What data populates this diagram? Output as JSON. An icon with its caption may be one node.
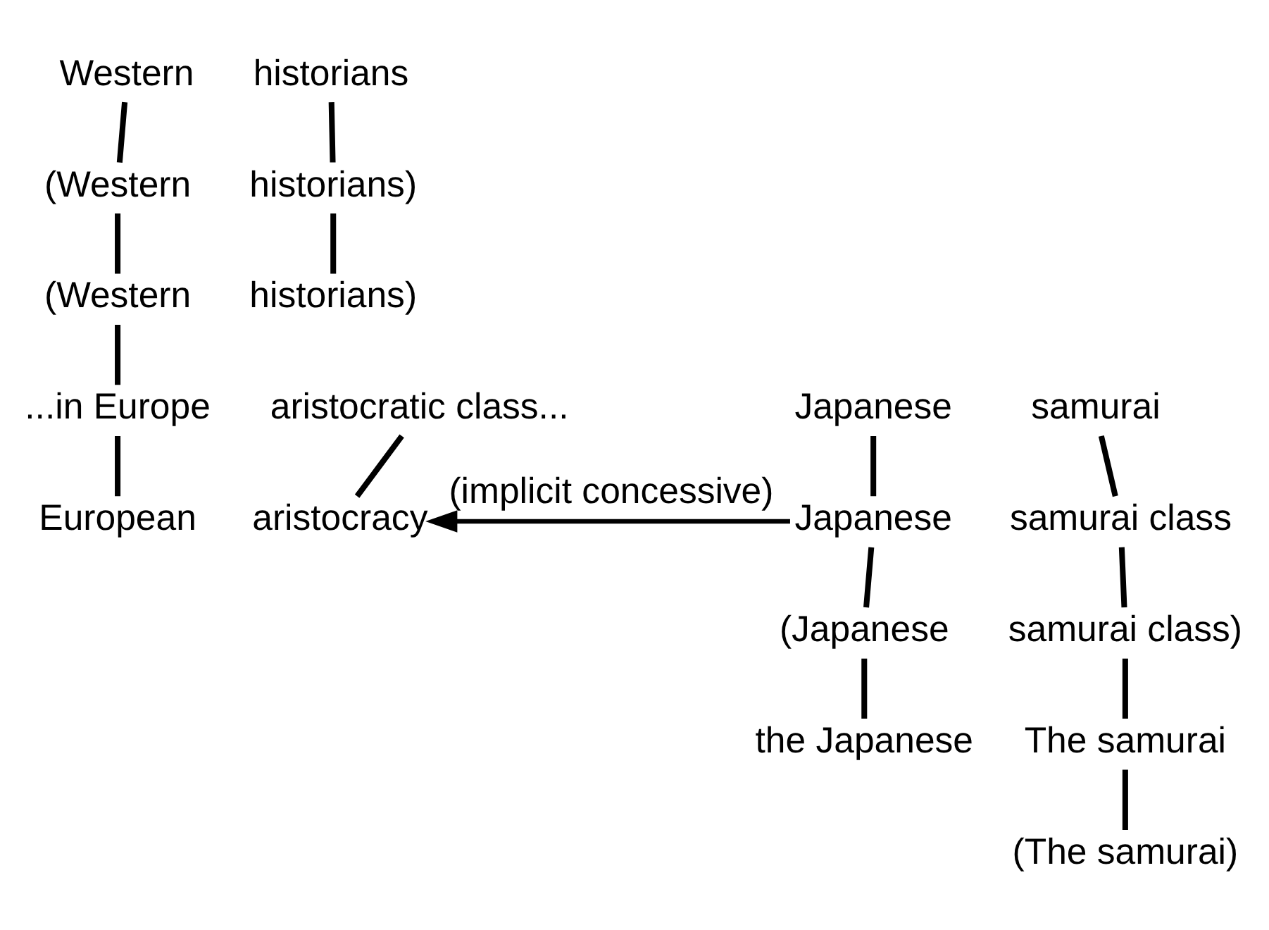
{
  "diagram": {
    "nodes": [
      {
        "text": [
          "Western"
        ]
      },
      {
        "text": [
          "historians"
        ]
      },
      {
        "text": [
          "(Western"
        ]
      },
      {
        "text": [
          "historians)"
        ]
      },
      {
        "text": [
          "(Western"
        ]
      },
      {
        "text": [
          "historians)"
        ]
      },
      {
        "text": [
          "...in Europe"
        ]
      },
      {
        "text": [
          "aristocratic class..."
        ]
      },
      {
        "text": [
          "European"
        ]
      },
      {
        "text": [
          "aristocracy"
        ]
      },
      {
        "text": [
          "Japanese"
        ]
      },
      {
        "text": [
          "samurai"
        ]
      },
      {
        "text": [
          "Japanese"
        ]
      },
      {
        "text": [
          "samurai class"
        ]
      },
      {
        "text": [
          "(Japanese"
        ]
      },
      {
        "text": [
          "samurai class)"
        ]
      },
      {
        "text": [
          "The samurai"
        ]
      },
      {
        "text": [
          "(The samurai)"
        ]
      },
      {
        "text": [
          "the Japanese"
        ]
      }
    ],
    "edges": [
      {
        "from": 0,
        "to": 2,
        "arrow": "none"
      },
      {
        "from": 1,
        "to": 3,
        "arrow": "none"
      },
      {
        "from": 2,
        "to": 4,
        "arrow": "none"
      },
      {
        "from": 3,
        "to": 5,
        "arrow": "none"
      },
      {
        "from": 4,
        "to": 6,
        "arrow": "none"
      },
      {
        "from": 6,
        "to": 8,
        "arrow": "none"
      },
      {
        "from": 7,
        "to": 9,
        "arrow": "none"
      },
      {
        "from": 10,
        "to": 12,
        "arrow": "none"
      },
      {
        "from": 11,
        "to": 13,
        "arrow": "none"
      },
      {
        "from": 12,
        "to": 14,
        "arrow": "none"
      },
      {
        "from": 13,
        "to": 15,
        "arrow": "none"
      },
      {
        "from": 15,
        "to": 16,
        "arrow": "none"
      },
      {
        "from": 16,
        "to": 17,
        "arrow": "none"
      },
      {
        "from": 14,
        "to": 18,
        "arrow": "none"
      },
      {
        "from": 12,
        "to": 9,
        "arrow": "to",
        "label": "(implicit concessive)"
      }
    ]
  }
}
